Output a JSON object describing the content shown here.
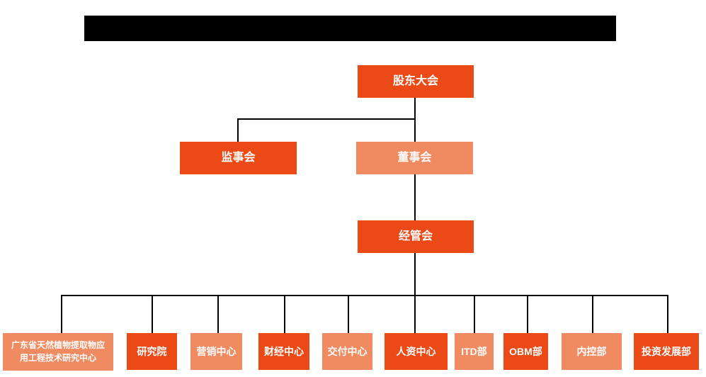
{
  "theme": {
    "primary_orange": "#EB4A16",
    "light_orange": "#F08A61",
    "connector_color": "#000000",
    "node_text_color": "#FFFFFF",
    "background": "#FFFFFF",
    "redaction_color": "#000000"
  },
  "title_bar": {
    "redacted": true,
    "visible_text": ""
  },
  "org_chart": {
    "type": "organization-hierarchy",
    "root": {
      "label": "股东大会",
      "color": "primary"
    },
    "level2": [
      {
        "label": "监事会",
        "color": "primary"
      },
      {
        "label": "董事会",
        "color": "light"
      }
    ],
    "level3": {
      "label": "经管会",
      "color": "primary"
    },
    "departments": [
      {
        "label": "广东省天然植物提取物应\n用工程技术研究中心",
        "color": "light"
      },
      {
        "label": "研究院",
        "color": "primary"
      },
      {
        "label": "营销中心",
        "color": "light"
      },
      {
        "label": "财经中心",
        "color": "primary"
      },
      {
        "label": "交付中心",
        "color": "light"
      },
      {
        "label": "人资中心",
        "color": "primary"
      },
      {
        "label": "ITD部",
        "color": "light"
      },
      {
        "label": "OBM部",
        "color": "primary"
      },
      {
        "label": "内控部",
        "color": "light"
      },
      {
        "label": "投资发展部",
        "color": "primary"
      }
    ]
  }
}
